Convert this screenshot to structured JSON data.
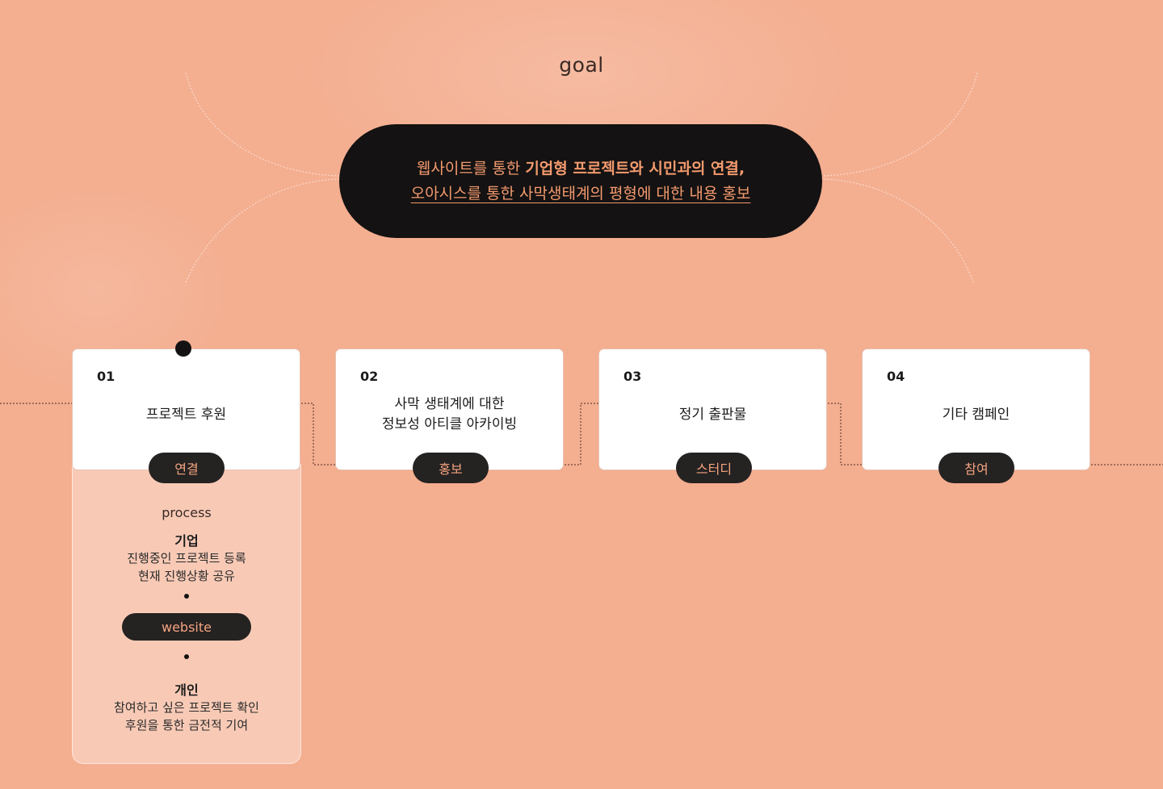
{
  "goal": {
    "title": "goal",
    "line1_regular": "웹사이트를 통한 ",
    "line1_bold": "기업형 프로젝트와 시민과의 연결,",
    "line2": "오아시스를 통한 사막생태계의 평형에 대한 내용 홍보"
  },
  "cards": [
    {
      "num": "01",
      "title": "프로젝트 후원",
      "tag": "연결"
    },
    {
      "num": "02",
      "title": "사막 생태계에 대한\n정보성 아티클 아카이빙",
      "tag": "홍보"
    },
    {
      "num": "03",
      "title": "정기 출판물",
      "tag": "스터디"
    },
    {
      "num": "04",
      "title": "기타 캠페인",
      "tag": "참여"
    }
  ],
  "process": {
    "label": "process",
    "company": {
      "title": "기업",
      "lines": [
        "진행중인 프로젝트 등록",
        "현재 진행상황 공유"
      ]
    },
    "website": "website",
    "individual": {
      "title": "개인",
      "lines": [
        "참여하고 싶은 프로젝트 확인",
        "후원을 통한 금전적 기여"
      ]
    }
  },
  "colors": {
    "background": "#f4ae90",
    "dark": "#141212",
    "accent": "#f39a6e"
  }
}
